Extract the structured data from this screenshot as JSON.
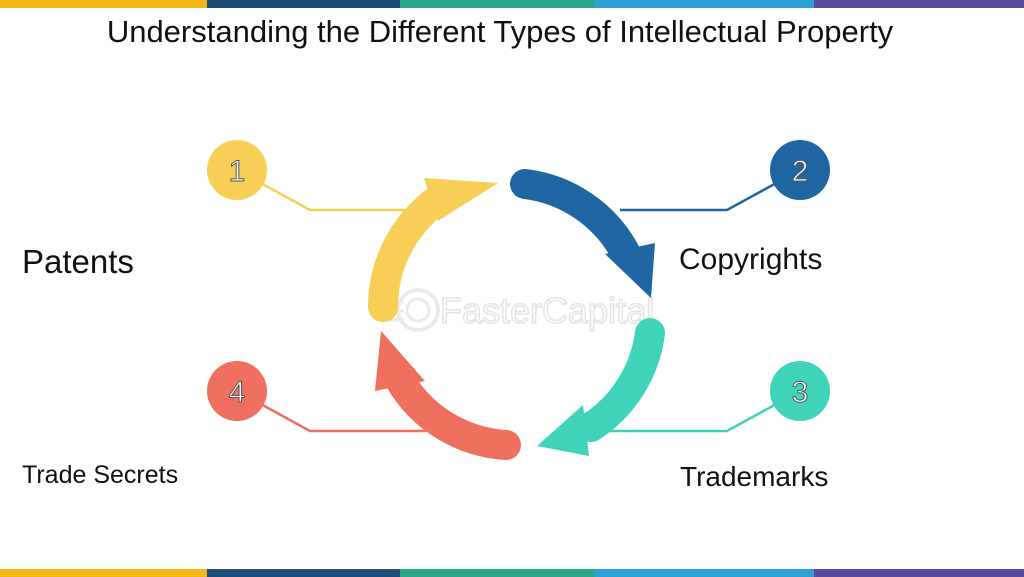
{
  "title": "Understanding the Different Types of Intellectual Property",
  "watermark": "FasterCapital",
  "items": [
    {
      "number": "1",
      "label": "Patents",
      "color": "#f7cf56"
    },
    {
      "number": "2",
      "label": "Copyrights",
      "color": "#1f66a3"
    },
    {
      "number": "3",
      "label": "Trademarks",
      "color": "#3fd4b9"
    },
    {
      "number": "4",
      "label": "Trade Secrets",
      "color": "#f0705f"
    }
  ],
  "stripe_colors": [
    "#f4b819",
    "#1d4e79",
    "#29a68c",
    "#2f9fd8",
    "#5b4a9c"
  ]
}
